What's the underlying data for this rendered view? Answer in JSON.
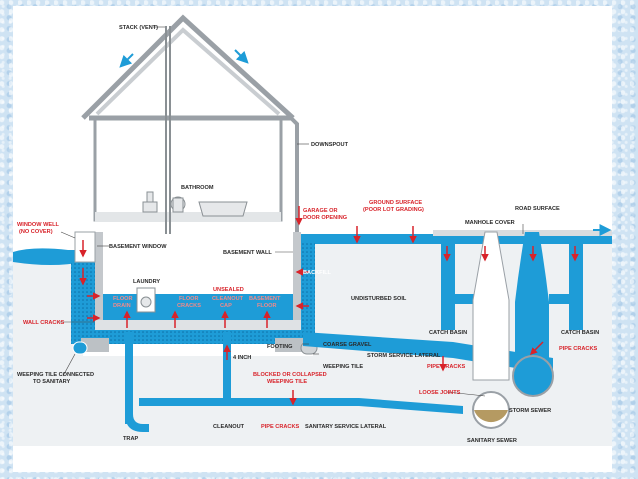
{
  "labels": {
    "stack": "STACK (VENT)",
    "downspout": "DOWNSPOUT",
    "bathroom": "BATHROOM",
    "window_well": "WINDOW WELL",
    "no_cover": "(NO COVER)",
    "basement_window": "BASEMENT WINDOW",
    "basement_wall": "BASEMENT WALL",
    "garage1": "GARAGE OR",
    "garage2": "DOOR OPENING",
    "ground1": "GROUND SURFACE",
    "ground2": "(POOR LOT GRADING)",
    "road_surface": "ROAD SURFACE",
    "manhole_cover": "MANHOLE COVER",
    "laundry": "LAUNDRY",
    "floor_drain1": "FLOOR",
    "floor_drain2": "DRAIN",
    "floor_cracks1": "FLOOR",
    "floor_cracks2": "CRACKS",
    "unsealed1": "UNSEALED",
    "unsealed2": "CLEANOUT",
    "unsealed3": "CAP",
    "basement_floor1": "BASEMENT",
    "basement_floor2": "FLOOR",
    "undisturbed_soil": "UNDISTURBED SOIL",
    "catch_basin_left": "CATCH BASIN",
    "catch_basin_right": "CATCH BASIN",
    "wall_cracks": "WALL CRACKS",
    "footing": "FOOTING",
    "coarse_gravel": "COARSE GRAVEL",
    "weeping_tile": "WEEPING TILE",
    "storm_lateral": "STORM SERVICE LATERAL",
    "pipe_cracks_mid": "PIPE CRACKS",
    "pipe_cracks_right": "PIPE CRACKS",
    "weeping_conn1": "WEEPING TILE CONNECTED",
    "weeping_conn2": "TO SANITARY",
    "blocked1": "BLOCKED OR COLLAPSED",
    "blocked2": "WEEPING TILE",
    "loose_joints": "LOOSE JOINTS",
    "storm_sewer": "STORM SEWER",
    "trap": "TRAP",
    "cleanout": "CLEANOUT",
    "pipe_cracks_bottom": "PIPE CRACKS",
    "sanitary_lateral": "SANITARY SERVICE LATERAL",
    "sanitary_sewer": "SANITARY SEWER",
    "backfill": "BACKFILL",
    "sump": "4 INCH"
  },
  "colors": {
    "water": "#1e9cd7",
    "water_light": "#8fd3f2",
    "house_line": "#9aa0a6",
    "alert_red": "#d8232a",
    "soil": "#eef1f3",
    "pipe_grey": "#cfd3d6",
    "sewage": "#b59a62"
  }
}
